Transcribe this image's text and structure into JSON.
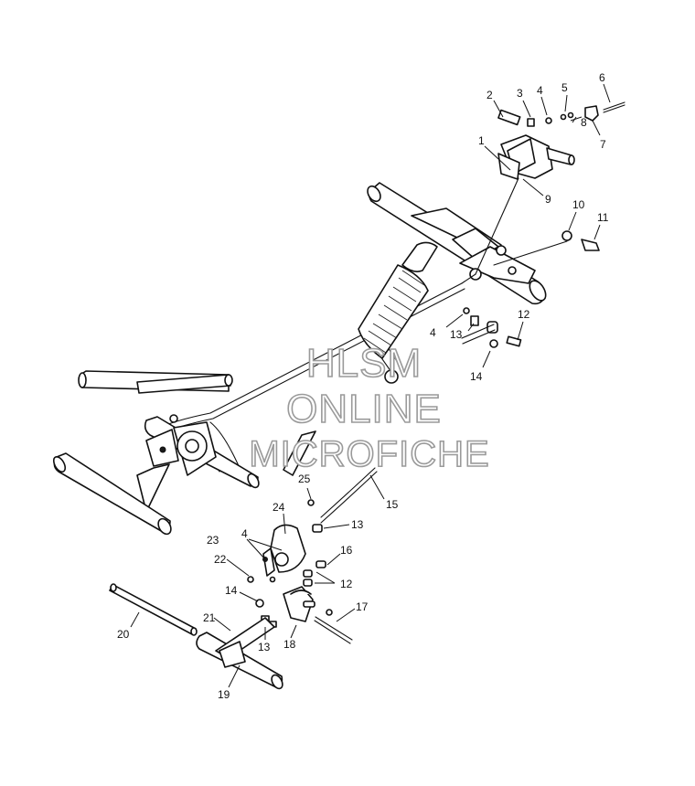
{
  "callouts": [
    "1",
    "2",
    "3",
    "4",
    "5",
    "6",
    "7",
    "8",
    "9",
    "10",
    "11",
    "12",
    "13",
    "14",
    "15",
    "16",
    "17",
    "18",
    "19",
    "20",
    "21",
    "22",
    "23",
    "24",
    "25"
  ],
  "callouts_repeat": {
    "4a": "4",
    "4b": "4",
    "12a": "12",
    "12b": "12",
    "13a": "13",
    "13b": "13",
    "13c": "13",
    "14a": "14",
    "14b": "14"
  },
  "watermark": {
    "line1": "HLSM",
    "line2": "ONLINE",
    "line3": "MICROFICHE"
  },
  "colors": {
    "ink": "#111111",
    "watermark_outline": "#9a9a9a",
    "background": "#ffffff"
  }
}
